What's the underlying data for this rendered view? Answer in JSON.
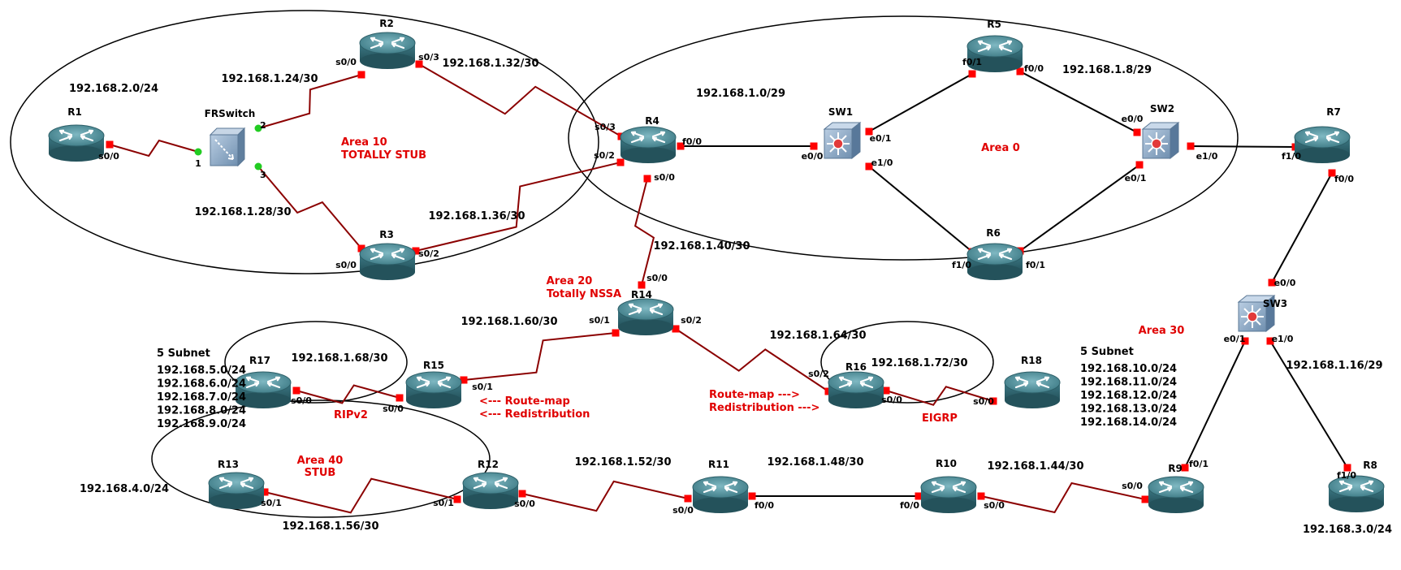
{
  "colors": {
    "serial_link": "#8b0000",
    "ethernet_link": "#000000",
    "port_up": "#ff0000",
    "port_frswitch": "#22cc22",
    "router_body": "#4a8a96",
    "annotation_red": "#e00000"
  },
  "devices": [
    {
      "id": "R1",
      "label": "R1",
      "kind": "router"
    },
    {
      "id": "FRSwitch",
      "label": "FRSwitch",
      "kind": "frswitch"
    },
    {
      "id": "R2",
      "label": "R2",
      "kind": "router"
    },
    {
      "id": "R3",
      "label": "R3",
      "kind": "router"
    },
    {
      "id": "R4",
      "label": "R4",
      "kind": "router"
    },
    {
      "id": "SW1",
      "label": "SW1",
      "kind": "switch"
    },
    {
      "id": "R5",
      "label": "R5",
      "kind": "router"
    },
    {
      "id": "R6",
      "label": "R6",
      "kind": "router"
    },
    {
      "id": "SW2",
      "label": "SW2",
      "kind": "switch"
    },
    {
      "id": "R7",
      "label": "R7",
      "kind": "router"
    },
    {
      "id": "SW3",
      "label": "SW3",
      "kind": "switch"
    },
    {
      "id": "R8",
      "label": "R8",
      "kind": "router"
    },
    {
      "id": "R9",
      "label": "R9",
      "kind": "router"
    },
    {
      "id": "R10",
      "label": "R10",
      "kind": "router"
    },
    {
      "id": "R11",
      "label": "R11",
      "kind": "router"
    },
    {
      "id": "R12",
      "label": "R12",
      "kind": "router"
    },
    {
      "id": "R13",
      "label": "R13",
      "kind": "router"
    },
    {
      "id": "R14",
      "label": "R14",
      "kind": "router"
    },
    {
      "id": "R15",
      "label": "R15",
      "kind": "router"
    },
    {
      "id": "R16",
      "label": "R16",
      "kind": "router"
    },
    {
      "id": "R17",
      "label": "R17",
      "kind": "router"
    },
    {
      "id": "R18",
      "label": "R18",
      "kind": "router"
    }
  ],
  "links": [
    {
      "a": "R1",
      "b": "FRSwitch",
      "kind": "serial",
      "a_port": "s0/0",
      "b_port": "1"
    },
    {
      "a": "FRSwitch",
      "b": "R2",
      "kind": "serial",
      "a_port": "2",
      "b_port": "s0/0"
    },
    {
      "a": "FRSwitch",
      "b": "R3",
      "kind": "serial",
      "a_port": "3",
      "b_port": "s0/0"
    },
    {
      "a": "R2",
      "b": "R4",
      "kind": "serial",
      "a_port": "s0/3",
      "b_port": "s0/3"
    },
    {
      "a": "R3",
      "b": "R4",
      "kind": "serial",
      "a_port": "s0/2",
      "b_port": "s0/2"
    },
    {
      "a": "R4",
      "b": "SW1",
      "kind": "ethernet",
      "a_port": "f0/0",
      "b_port": "e0/0"
    },
    {
      "a": "SW1",
      "b": "R5",
      "kind": "ethernet",
      "a_port": "e0/1",
      "b_port": "f0/1"
    },
    {
      "a": "SW1",
      "b": "R6",
      "kind": "ethernet",
      "a_port": "e1/0",
      "b_port": "f1/0"
    },
    {
      "a": "R5",
      "b": "SW2",
      "kind": "ethernet",
      "a_port": "f0/0",
      "b_port": "e0/0"
    },
    {
      "a": "R6",
      "b": "SW2",
      "kind": "ethernet",
      "a_port": "f0/1",
      "b_port": "e0/1"
    },
    {
      "a": "SW2",
      "b": "R7",
      "kind": "ethernet",
      "a_port": "e1/0",
      "b_port": "f1/0"
    },
    {
      "a": "R7",
      "b": "SW3",
      "kind": "ethernet",
      "a_port": "f0/0",
      "b_port": "e0/0"
    },
    {
      "a": "SW3",
      "b": "R9",
      "kind": "ethernet",
      "a_port": "e0/1",
      "b_port": "f0/1"
    },
    {
      "a": "SW3",
      "b": "R8",
      "kind": "ethernet",
      "a_port": "e1/0",
      "b_port": "f1/0"
    },
    {
      "a": "R4",
      "b": "R14",
      "kind": "serial",
      "a_port": "s0/0",
      "b_port": "s0/0"
    },
    {
      "a": "R14",
      "b": "R15",
      "kind": "serial",
      "a_port": "s0/1",
      "b_port": "s0/1"
    },
    {
      "a": "R14",
      "b": "R16",
      "kind": "serial",
      "a_port": "s0/2",
      "b_port": "s0/2"
    },
    {
      "a": "R17",
      "b": "R15",
      "kind": "serial",
      "a_port": "s0/0",
      "b_port": "s0/0"
    },
    {
      "a": "R16",
      "b": "R18",
      "kind": "serial",
      "a_port": "s0/0",
      "b_port": "s0/0"
    },
    {
      "a": "R13",
      "b": "R12",
      "kind": "serial",
      "a_port": "s0/1",
      "b_port": "s0/1"
    },
    {
      "a": "R12",
      "b": "R11",
      "kind": "serial",
      "a_port": "s0/0",
      "b_port": "s0/0"
    },
    {
      "a": "R11",
      "b": "R10",
      "kind": "ethernet",
      "a_port": "f0/0",
      "b_port": "f0/0"
    },
    {
      "a": "R10",
      "b": "R9",
      "kind": "serial",
      "a_port": "s0/0",
      "b_port": "s0/0"
    }
  ],
  "subnets": [
    "192.168.2.0/24",
    "192.168.1.24/30",
    "192.168.1.28/30",
    "192.168.1.32/30",
    "192.168.1.36/30",
    "192.168.1.0/29",
    "192.168.1.8/29",
    "192.168.1.40/30",
    "192.168.1.60/30",
    "192.168.1.64/30",
    "192.168.1.68/30",
    "192.168.1.72/30",
    "192.168.1.16/29",
    "192.168.1.52/30",
    "192.168.1.48/30",
    "192.168.1.44/30",
    "192.168.4.0/24",
    "192.168.1.56/30",
    "192.168.3.0/24"
  ],
  "areas": {
    "area10": [
      "Area 10",
      "TOTALLY STUB"
    ],
    "area0": "Area 0",
    "area20": [
      "Area 20",
      "Totally NSSA"
    ],
    "area30": "Area 30",
    "area40": [
      "Area 40",
      "STUB"
    ]
  },
  "protocols": {
    "rip": "RIPv2",
    "eigrp": "EIGRP"
  },
  "redistribution": {
    "left": [
      "<--- Route-map",
      "<--- Redistribution"
    ],
    "right": [
      "Route-map   --->",
      "Redistribution --->"
    ]
  },
  "left_subnet_list": {
    "title": "5 Subnet",
    "items": [
      "192.168.5.0/24",
      "192.168.6.0/24",
      "192.168.7.0/24",
      "192.168.8.0/24",
      "192.168.9.0/24"
    ]
  },
  "right_subnet_list": {
    "title": "5 Subnet",
    "items": [
      "192.168.10.0/24",
      "192.168.11.0/24",
      "192.168.12.0/24",
      "192.168.13.0/24",
      "192.168.14.0/24"
    ]
  }
}
